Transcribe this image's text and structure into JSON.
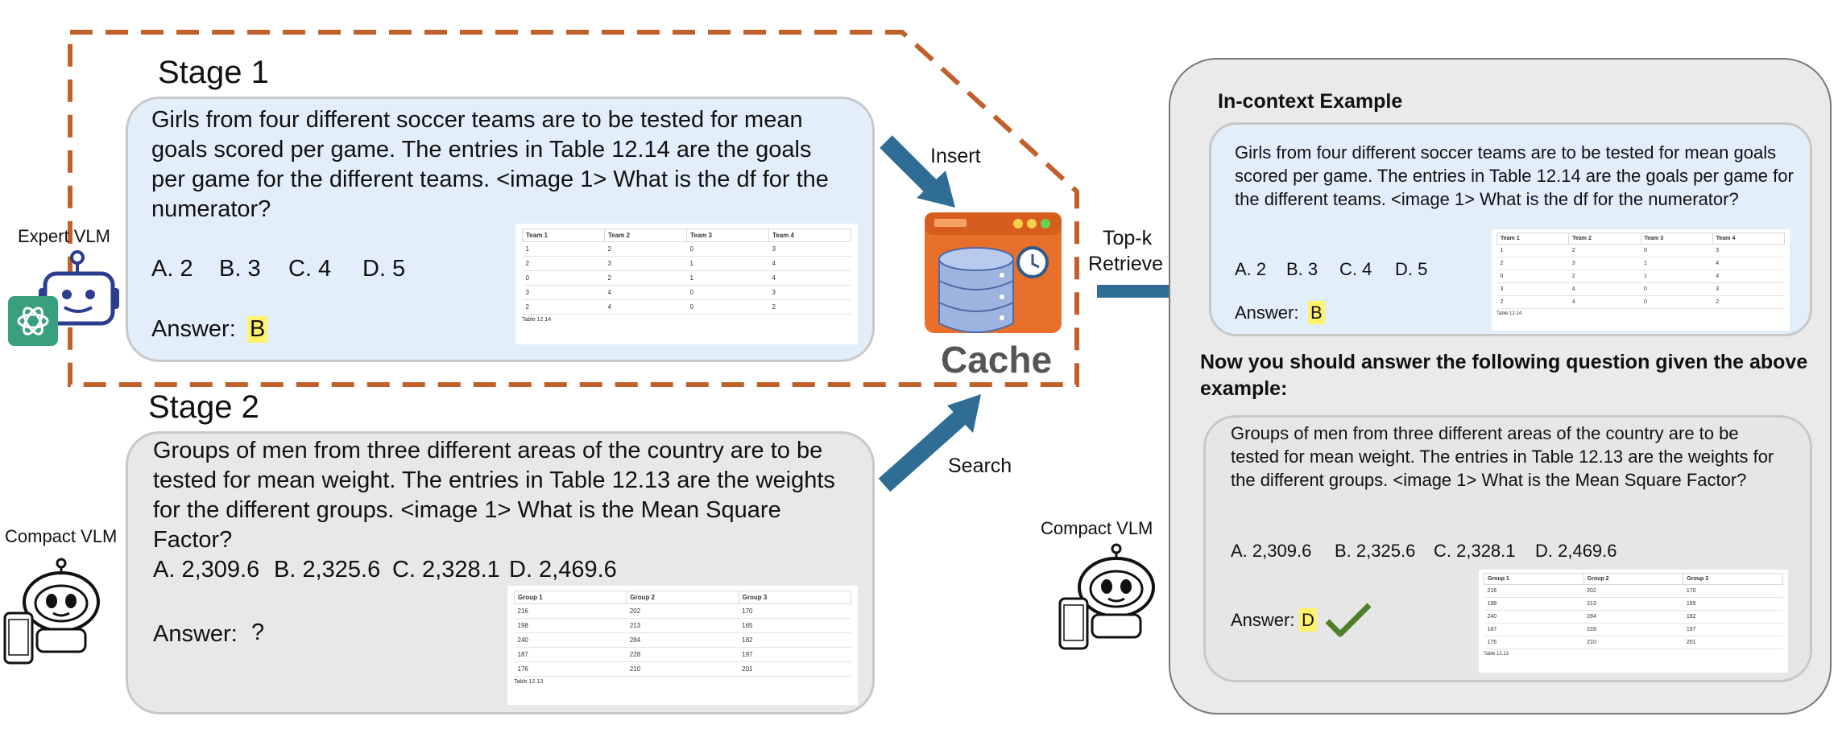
{
  "stage1": {
    "title": "Stage 1",
    "question": "Girls from four different soccer teams are to be tested for mean goals scored per game. The entries in Table 12.14 are the goals per game for the different teams. <image 1> What is the df for the numerator?",
    "options": [
      "A. 2",
      "B. 3",
      "C. 4",
      "D. 5"
    ],
    "answer_label": "Answer:",
    "answer_value": "B"
  },
  "stage2": {
    "title": "Stage 2",
    "question": "Groups of men from three different areas of the country are to be tested for mean weight. The entries in Table 12.13 are the weights for the different groups. <image 1> What is the Mean Square Factor?",
    "options": [
      "A. 2,309.6",
      "B. 2,325.6",
      "C. 2,328.1",
      "D. 2,469.6"
    ],
    "answer_label": "Answer:",
    "answer_value": "?"
  },
  "table_teams": {
    "headers": [
      "Team 1",
      "Team 2",
      "Team 3",
      "Team 4"
    ],
    "rows": [
      [
        "1",
        "2",
        "0",
        "3"
      ],
      [
        "2",
        "3",
        "1",
        "4"
      ],
      [
        "0",
        "2",
        "1",
        "4"
      ],
      [
        "3",
        "4",
        "0",
        "3"
      ],
      [
        "2",
        "4",
        "0",
        "2"
      ]
    ],
    "caption": "Table 12.14"
  },
  "table_groups": {
    "headers": [
      "Group 1",
      "Group 2",
      "Group 3"
    ],
    "rows": [
      [
        "216",
        "202",
        "170"
      ],
      [
        "198",
        "213",
        "165"
      ],
      [
        "240",
        "284",
        "182"
      ],
      [
        "187",
        "228",
        "197"
      ],
      [
        "176",
        "210",
        "201"
      ]
    ],
    "caption": "Table 12.13"
  },
  "labels": {
    "expert_vlm": "Expert VLM",
    "compact_vlm_left": "Compact VLM",
    "compact_vlm_right": "Compact VLM",
    "insert": "Insert",
    "search": "Search",
    "top_k_line1": "Top-k",
    "top_k_line2": "Retrieve",
    "cache": "Cache"
  },
  "right_panel": {
    "in_context_title": "In-context Example",
    "example_question": "Girls from four different soccer teams are to be tested for mean goals scored per game. The entries in Table 12.14 are the goals per game for the different teams. <image 1> What is the df for the numerator?",
    "example_options": [
      "A. 2",
      "B. 3",
      "C. 4",
      "D. 5"
    ],
    "example_answer_label": "Answer:",
    "example_answer_value": "B",
    "instruction": "Now you should answer the following question given the above example:",
    "query_question": "Groups of men from three different areas of the country are to be tested for mean weight. The entries in Table 12.13 are the weights for the different groups. <image 1> What is the Mean Square Factor?",
    "query_options": [
      "A. 2,309.6",
      "B. 2,325.6",
      "C. 2,328.1",
      "D. 2,469.6"
    ],
    "query_answer_label": "Answer:",
    "query_answer_value": "D"
  },
  "colors": {
    "dashed_border": "#c0612b",
    "arrow": "#2f6d95",
    "stage1_fill": "#e3eefb",
    "stage2_fill": "#e8e8e8",
    "highlight": "#fff36b",
    "check": "#4f7f2a",
    "cache_orange": "#e8702a",
    "db_blue": "#9db4e0"
  }
}
